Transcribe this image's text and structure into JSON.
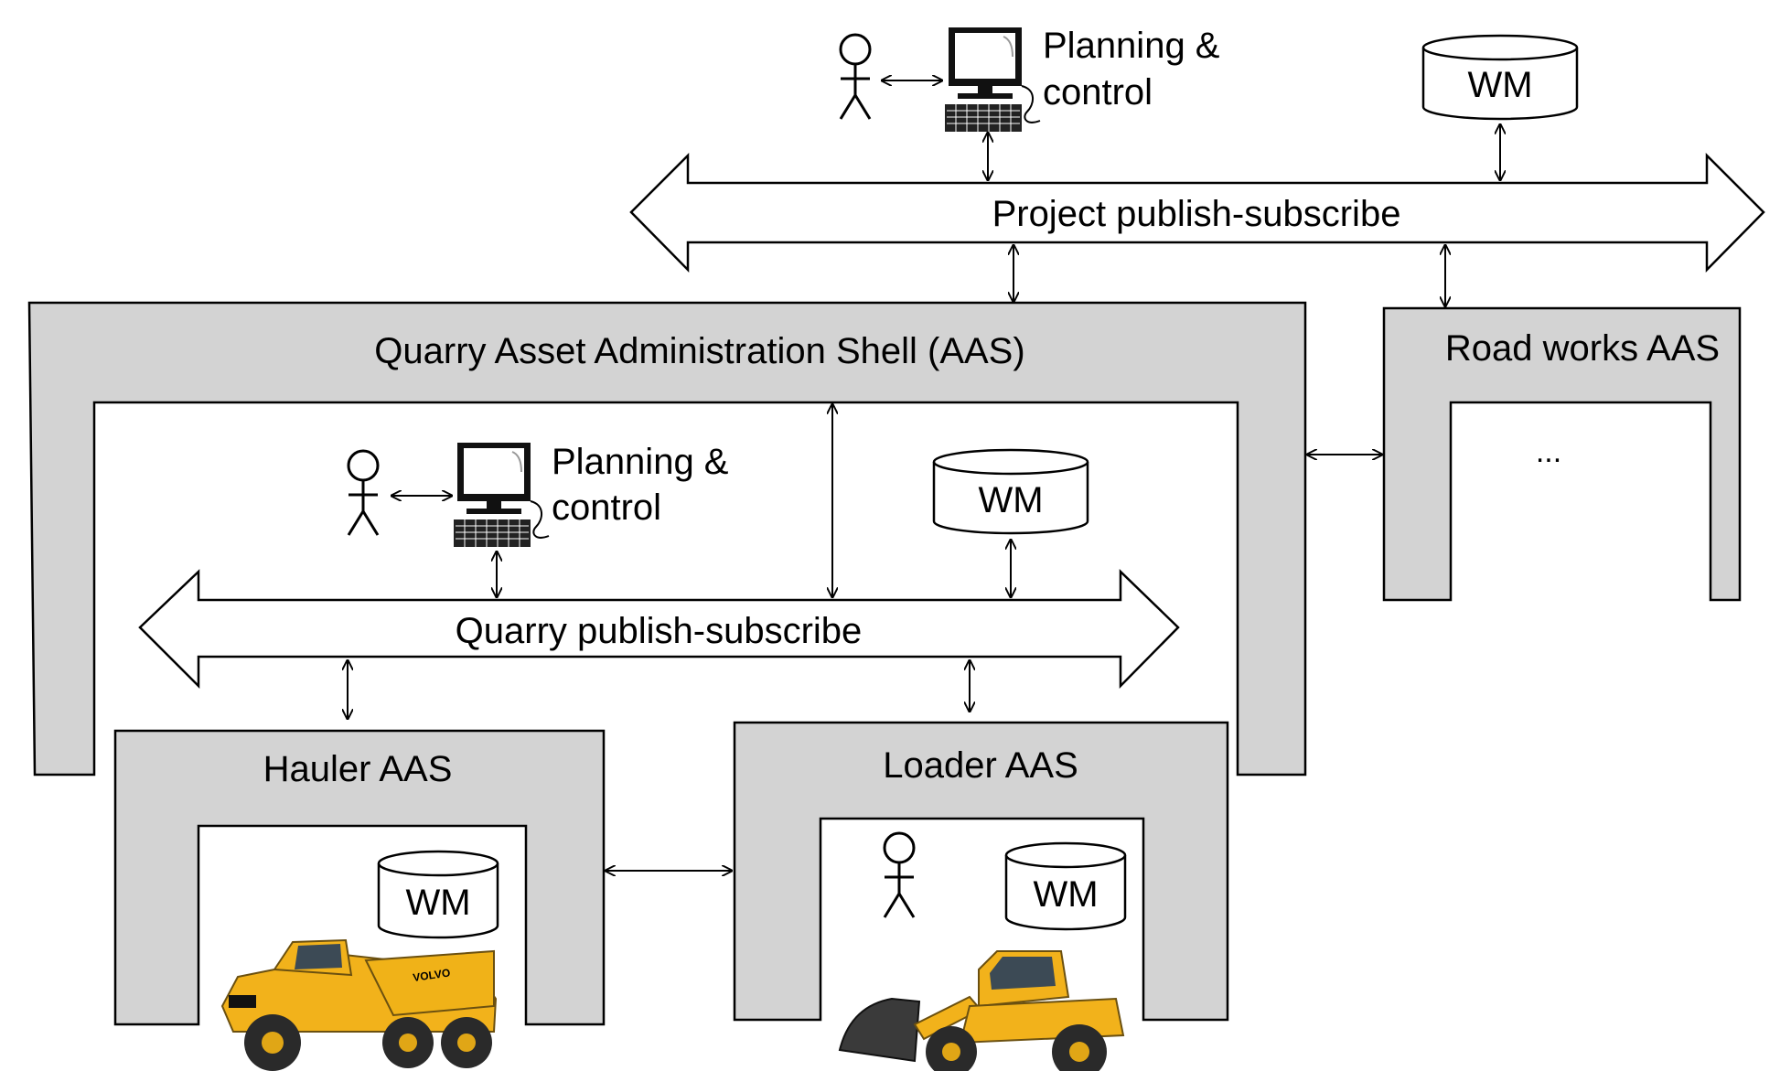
{
  "colors": {
    "shell_fill": "#d3d3d3",
    "stroke": "#000000",
    "hauler_yellow": "#f2b21b",
    "loader_yellow": "#f2b21b",
    "tyre": "#2a2a2a",
    "cab_glass": "#3c4a55"
  },
  "labels": {
    "project_planning_line1": "Planning &",
    "project_planning_line2": "control",
    "project_wm": "WM",
    "project_bus": "Project publish-subscribe",
    "quarry_aas": "Quarry Asset Administration Shell (AAS)",
    "road_works_aas": "Road works AAS",
    "road_works_ellipsis": "...",
    "quarry_planning_line1": "Planning &",
    "quarry_planning_line2": "control",
    "quarry_wm": "WM",
    "quarry_bus": "Quarry publish-subscribe",
    "hauler_aas": "Hauler AAS",
    "hauler_wm": "WM",
    "loader_aas": "Loader AAS",
    "loader_wm": "WM",
    "hauler_brand": "VOLVO"
  },
  "icons": {
    "person": "person-stick-figure-icon",
    "computer": "desktop-computer-icon",
    "database": "database-cylinder-icon",
    "hauler": "articulated-hauler-truck-image",
    "loader": "wheel-loader-image"
  }
}
